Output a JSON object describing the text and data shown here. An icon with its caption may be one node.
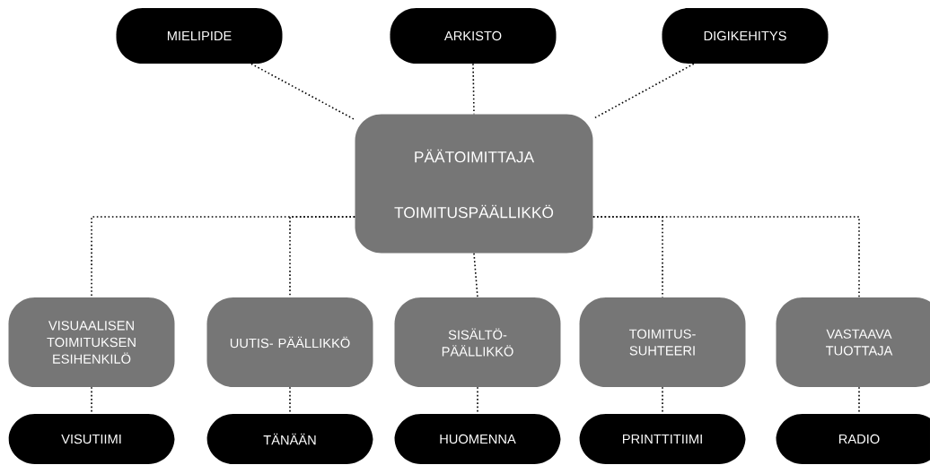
{
  "diagram": {
    "nodes": [
      {
        "text": [
          "MIELIPIDE"
        ]
      },
      {
        "text": [
          "ARKISTO"
        ]
      },
      {
        "text": [
          "DIGIKEHITYS"
        ]
      },
      {
        "text": [
          "PÄÄTOIMITTAJA",
          "TOIMITUSPÄÄLLIKKÖ"
        ]
      },
      {
        "text": [
          "VISUAALISEN TOIMITUKSEN ESIHENKILÖ"
        ]
      },
      {
        "text": [
          "UUTIS- PÄÄLLIKKÖ"
        ]
      },
      {
        "text": [
          "SISÄLTÖ- PÄÄLLIKKÖ"
        ]
      },
      {
        "text": [
          "TOIMITUS- SUHTEERI"
        ]
      },
      {
        "text": [
          "VASTAAVA TUOTTAJA"
        ]
      },
      {
        "text": [
          "VISUTIIMI"
        ]
      },
      {
        "text": [
          "TÄNÄÄN"
        ]
      },
      {
        "text": [
          "HUOMENNA"
        ]
      },
      {
        "text": [
          "PRINTTITIIMI"
        ]
      },
      {
        "text": [
          "RADIO"
        ]
      }
    ],
    "edges": [
      {
        "from": 0,
        "to": 3,
        "arrow": "none"
      },
      {
        "from": 1,
        "to": 3,
        "arrow": "none"
      },
      {
        "from": 2,
        "to": 3,
        "arrow": "none"
      },
      {
        "from": 3,
        "to": 4,
        "arrow": "none"
      },
      {
        "from": 3,
        "to": 5,
        "arrow": "none"
      },
      {
        "from": 3,
        "to": 6,
        "arrow": "none"
      },
      {
        "from": 3,
        "to": 7,
        "arrow": "none"
      },
      {
        "from": 3,
        "to": 8,
        "arrow": "none"
      },
      {
        "from": 4,
        "to": 9,
        "arrow": "none"
      },
      {
        "from": 5,
        "to": 10,
        "arrow": "none"
      },
      {
        "from": 6,
        "to": 11,
        "arrow": "none"
      },
      {
        "from": 7,
        "to": 12,
        "arrow": "none"
      },
      {
        "from": 8,
        "to": 13,
        "arrow": "none"
      }
    ]
  }
}
